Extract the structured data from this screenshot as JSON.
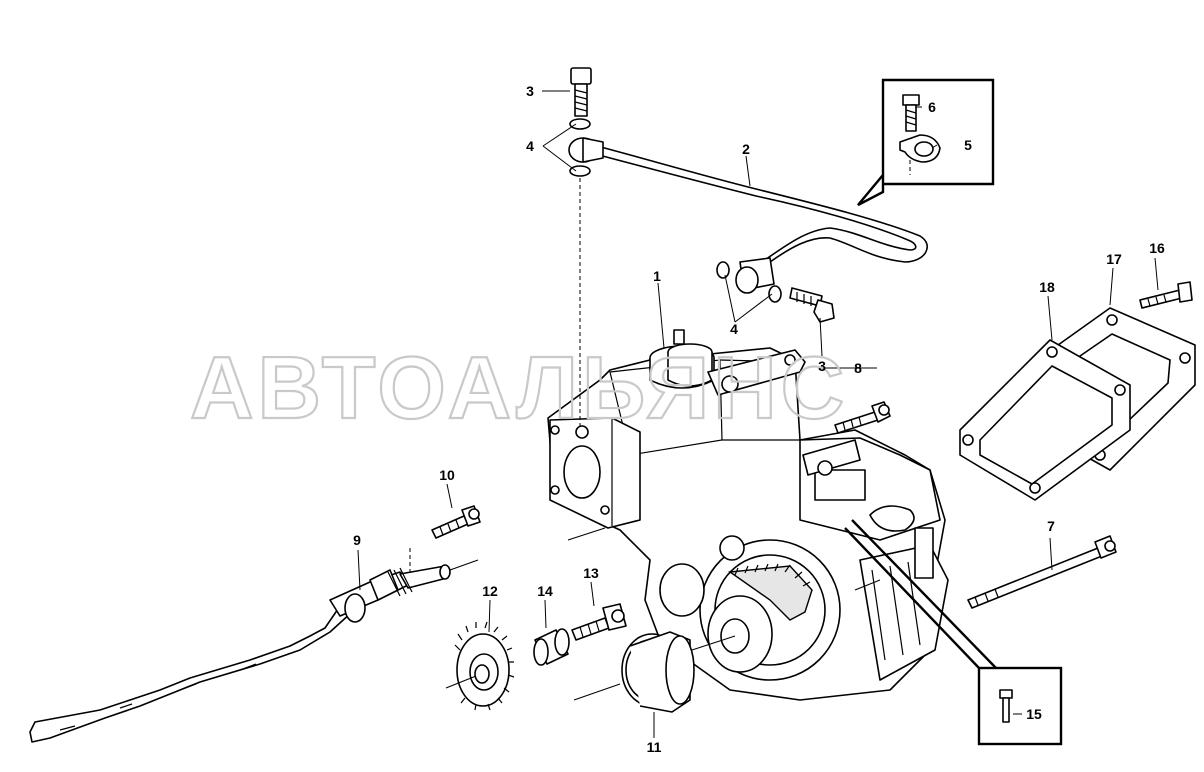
{
  "watermark": "АВТОАЛЬЯНС",
  "callouts": {
    "c1": "1",
    "c2": "2",
    "c3a": "3",
    "c3b": "3",
    "c4a": "4",
    "c4b": "4",
    "c5": "5",
    "c6": "6",
    "c7": "7",
    "c8": "8",
    "c9": "9",
    "c10": "10",
    "c11": "11",
    "c12": "12",
    "c13": "13",
    "c14": "14",
    "c15": "15",
    "c16": "16",
    "c17": "17",
    "c18": "18"
  }
}
